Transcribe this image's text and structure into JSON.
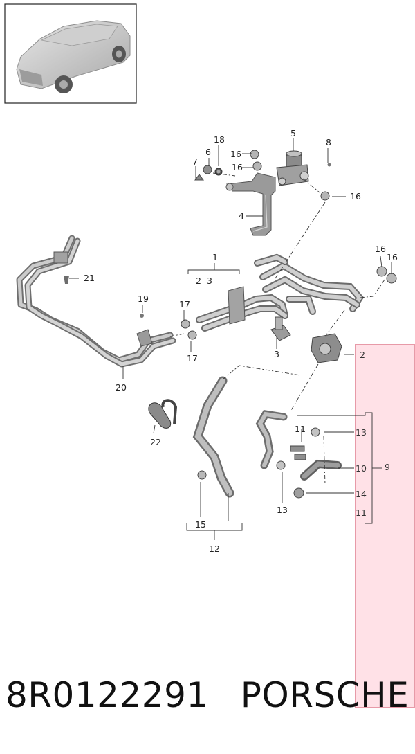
{
  "callouts": {
    "c1": "1",
    "c2": "2",
    "c2b": "2",
    "c3": "3",
    "c3b": "3",
    "c4": "4",
    "c5": "5",
    "c6": "6",
    "c7": "7",
    "c8": "8",
    "c9": "9",
    "c10": "10",
    "c11a": "11",
    "c11b": "11",
    "c12": "12",
    "c13a": "13",
    "c13b": "13",
    "c14": "14",
    "c15": "15",
    "c16a": "16",
    "c16b": "16",
    "c16c": "16",
    "c16d": "16",
    "c16e": "16",
    "c17a": "17",
    "c17b": "17",
    "c18": "18",
    "c19": "19",
    "c20": "20",
    "c21": "21",
    "c22": "22"
  },
  "footer": {
    "part_number": "8R0122291",
    "brand": "PORSCHE"
  },
  "colors": {
    "hose": "#8f8f8f",
    "hose_highlight": "#d2d2d2",
    "highlight_panel": "#ffd6de",
    "leader": "#333333"
  }
}
